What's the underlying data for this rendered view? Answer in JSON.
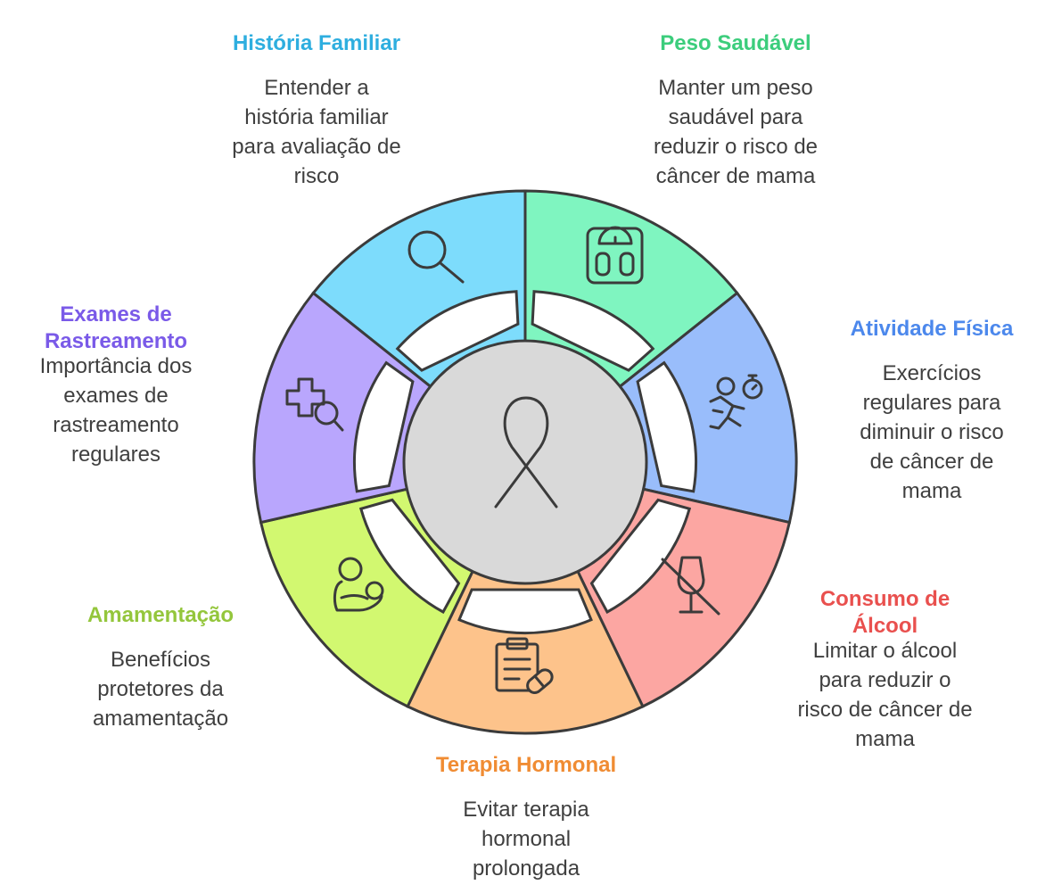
{
  "colors": {
    "historia": "#7ddcfc",
    "peso": "#7ff5c0",
    "atividade": "#99bdfb",
    "alcool": "#fca6a2",
    "hormonal": "#fdc38b",
    "amamentacao": "#d2f870",
    "exames": "#b9a6fd",
    "center": "#d9d9d9",
    "stroke": "#3b3b3b"
  },
  "segments": [
    {
      "key": "historia",
      "title": "História Familiar",
      "title_color": "#2eaedf",
      "description": "Entender a\nhistória familiar\npara avaliação de\nrisco",
      "icon": "magnifier-icon"
    },
    {
      "key": "peso",
      "title": "Peso Saudável",
      "title_color": "#3ccd7c",
      "description": "Manter um peso\nsaudável para\nreduzir o risco de\ncâncer de mama",
      "icon": "scale-icon"
    },
    {
      "key": "atividade",
      "title": "Atividade Física",
      "title_color": "#4c88ec",
      "description": "Exercícios\nregulares para\ndiminuir o risco\nde câncer de\nmama",
      "icon": "running-stopwatch-icon"
    },
    {
      "key": "alcool",
      "title": "Consumo de\nÁlcool",
      "title_color": "#e9504e",
      "description": "Limitar o álcool\npara reduzir o\nrisco de câncer de\nmama",
      "icon": "no-wine-icon"
    },
    {
      "key": "hormonal",
      "title": "Terapia Hormonal",
      "title_color": "#f08c33",
      "description": "Evitar terapia\nhormonal\nprolongada",
      "icon": "clipboard-pill-icon"
    },
    {
      "key": "amamentacao",
      "title": "Amamentação",
      "title_color": "#94c63c",
      "description": "Benefícios\nprotetores da\namamentação",
      "icon": "mother-baby-icon"
    },
    {
      "key": "exames",
      "title": "Exames de\nRastreamento",
      "title_color": "#7a5ae8",
      "description": "Importância dos\nexames de\nrastreamento\nregulares",
      "icon": "medical-search-icon"
    }
  ],
  "center_icon": "awareness-ribbon-icon"
}
